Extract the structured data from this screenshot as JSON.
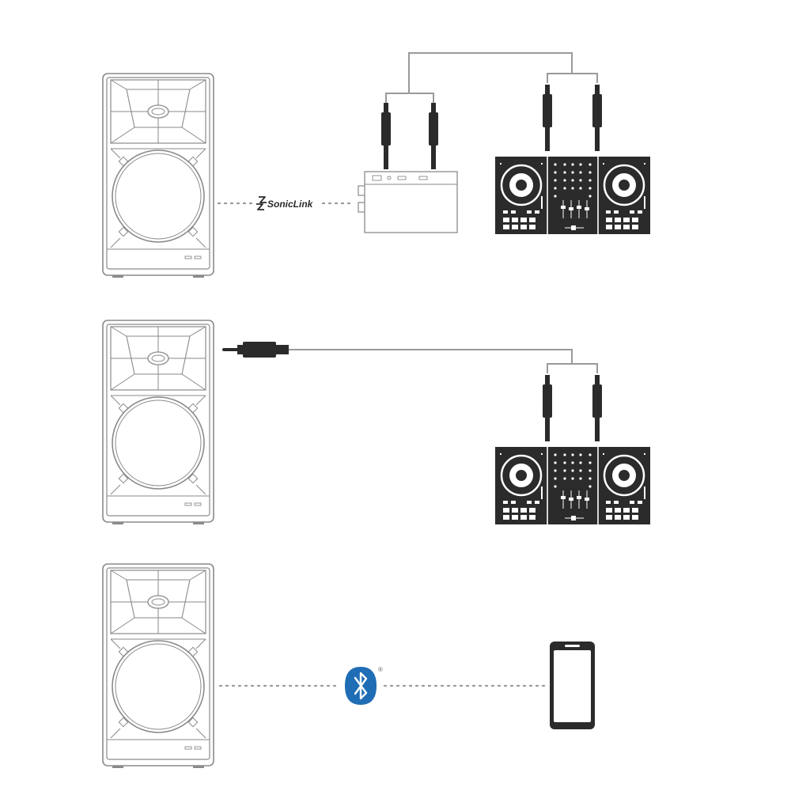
{
  "diagram": {
    "rows": [
      {
        "id": "row-sonic-link",
        "connection": "wireless-link",
        "link_label": "SonicLink",
        "link_icon": "soniclink-logo-icon",
        "devices": [
          "speaker-icon",
          "wireless-transmitter-icon",
          "dj-controller-icon"
        ]
      },
      {
        "id": "row-cable",
        "connection": "cable",
        "devices": [
          "speaker-icon",
          "dj-controller-icon"
        ]
      },
      {
        "id": "row-bluetooth",
        "connection": "bluetooth",
        "link_icon": "bluetooth-icon",
        "registered_mark": "®",
        "devices": [
          "speaker-icon",
          "smartphone-icon"
        ]
      }
    ]
  },
  "colors": {
    "line": "#9a9a9a",
    "device": "#2b2b2b",
    "bluetooth": "#1f6db5"
  }
}
